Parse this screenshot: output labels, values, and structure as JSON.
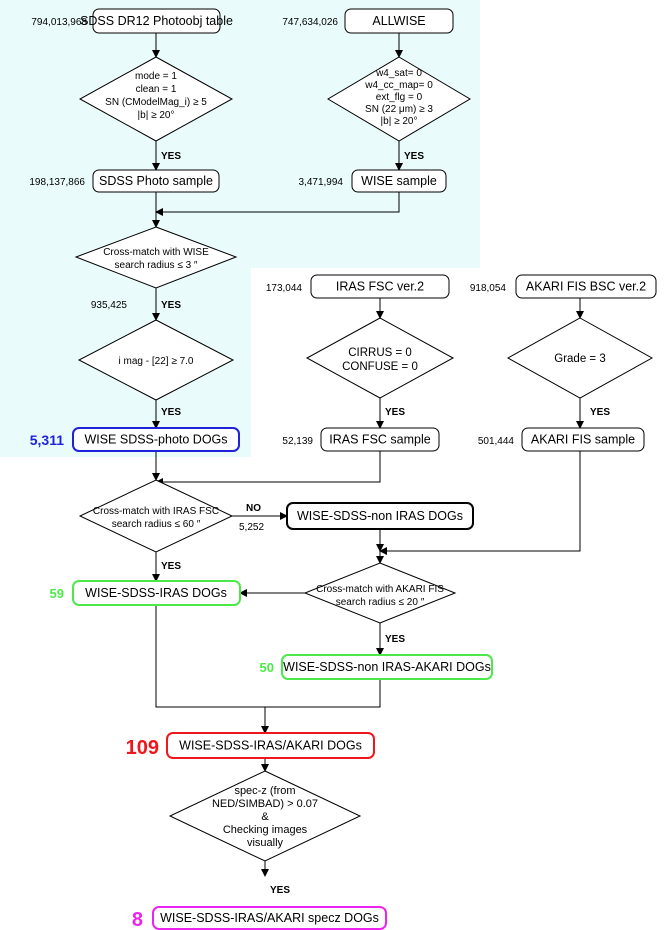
{
  "nodes": {
    "sdss_table": {
      "label": "SDSS DR12 Photoobj table",
      "count": "794,013,968"
    },
    "allwise": {
      "label": "ALLWISE",
      "count": "747,634,026"
    },
    "sdss_cuts": {
      "lines": [
        "mode = 1",
        "clean = 1",
        "SN (CModelMag_i) ≥ 5",
        "|b| ≥ 20°"
      ]
    },
    "wise_cuts": {
      "lines": [
        "w4_sat= 0",
        "w4_cc_map= 0",
        "ext_flg = 0",
        "SN (22 μm) ≥ 3",
        "|b| ≥ 20°"
      ]
    },
    "sdss_photo_sample": {
      "label": "SDSS Photo sample",
      "count": "198,137,866"
    },
    "wise_sample": {
      "label": "WISE sample",
      "count": "3,471,994"
    },
    "xmatch_wise": {
      "lines": [
        "Cross-match with WISE",
        "search radius ≤ 3 ″"
      ],
      "count": "935,425"
    },
    "color_cut": {
      "lines": [
        "i mag - [22] ≥ 7.0"
      ]
    },
    "wise_sdss_photo_dogs": {
      "label": "WISE SDSS-photo DOGs",
      "count": "5,311"
    },
    "iras_fsc": {
      "label": "IRAS FSC ver.2",
      "count": "173,044"
    },
    "akari_fis": {
      "label": "AKARI FIS BSC ver.2",
      "count": "918,054"
    },
    "iras_cuts": {
      "lines": [
        "CIRRUS = 0",
        "CONFUSE = 0"
      ]
    },
    "akari_cuts": {
      "lines": [
        "Grade = 3"
      ]
    },
    "iras_fsc_sample": {
      "label": "IRAS FSC sample",
      "count": "52,139"
    },
    "akari_fis_sample": {
      "label": "AKARI FIS sample",
      "count": "501,444"
    },
    "xmatch_iras": {
      "lines": [
        "Cross-match with IRAS FSC",
        "search radius ≤ 60 ″"
      ]
    },
    "non_iras_dogs": {
      "label": "WISE-SDSS-non IRAS DOGs",
      "count": "5,252"
    },
    "iras_dogs": {
      "label": "WISE-SDSS-IRAS DOGs",
      "count": "59"
    },
    "xmatch_akari": {
      "lines": [
        "Cross-match with AKARI FIS",
        "search radius ≤ 20 ″"
      ]
    },
    "non_iras_akari_dogs": {
      "label": "WISE-SDSS-non IRAS-AKARI DOGs",
      "count": "50"
    },
    "iras_akari_dogs": {
      "label": "WISE-SDSS-IRAS/AKARI DOGs",
      "count": "109"
    },
    "specz_cut": {
      "lines": [
        "spec-z (from",
        "NED/SIMBAD) > 0.07",
        "&",
        "Checking images",
        "visually"
      ]
    },
    "specz_dogs": {
      "label": "WISE-SDSS-IRAS/AKARI specz DOGs",
      "count": "8"
    }
  },
  "edge_labels": {
    "yes": "YES",
    "no": "NO"
  },
  "colors": {
    "panel_bg": "#e9fbfb",
    "blue": "#1e22d8",
    "green": "#4de84a",
    "red": "#f0161c",
    "magenta": "#ee22ee",
    "black": "#000000"
  }
}
